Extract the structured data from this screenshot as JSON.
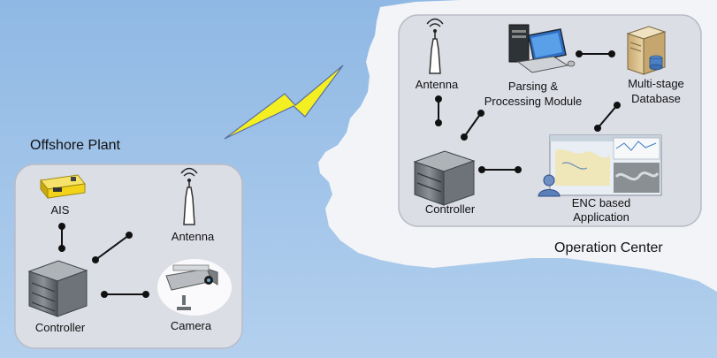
{
  "offshore": {
    "title": "Offshore Plant",
    "ais_label": "AIS",
    "antenna_label": "Antenna",
    "controller_label": "Controller",
    "camera_label": "Camera"
  },
  "operation": {
    "title": "Operation Center",
    "antenna_label": "Antenna",
    "parsing_label_line1": "Parsing &",
    "parsing_label_line2": "Processing Module",
    "database_label_line1": "Multi-stage",
    "database_label_line2": "Database",
    "controller_label": "Controller",
    "enc_label_line1": "ENC based",
    "enc_label_line2": "Application"
  },
  "colors": {
    "sea": "#a8c8ea",
    "land": "#f2f3f6",
    "panel": "#dcdee6",
    "panel_border": "#b9bcc6",
    "lightning": "#f4ef22",
    "ais_yellow": "#f2d31a"
  },
  "icons": [
    "ais-device-icon",
    "antenna-icon",
    "server-rack-icon",
    "security-camera-icon",
    "workstation-icon",
    "database-server-icon",
    "chart-display-icon",
    "user-icon",
    "lightning-icon"
  ]
}
